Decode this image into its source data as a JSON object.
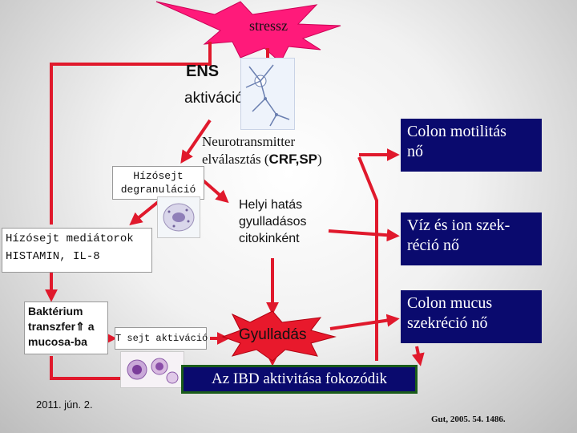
{
  "stress": {
    "label": "stressz"
  },
  "ens": {
    "title": "ENS",
    "subtitle": "aktiváció"
  },
  "neurotransmitter": {
    "line1": "Neurotransmitter",
    "line2_prefix": "elválasztás (",
    "line2_bold": "CRF,SP",
    "line2_suffix": ")"
  },
  "degranulation": {
    "line1": "Hízósejt",
    "line2": "degranuláció"
  },
  "mediators": {
    "line1": "Hízósejt mediátorok",
    "line2": "HISTAMIN, IL-8"
  },
  "local_effect": {
    "line1": "Helyi hatás",
    "line2": "gyulladásos",
    "line3": "citokinként"
  },
  "effects": {
    "motility": {
      "line1": "Colon motilitás",
      "line2": "nő"
    },
    "secretion": {
      "line1": "Víz és ion szek-",
      "line2": "réció nő"
    },
    "mucus": {
      "line1": "Colon mucus",
      "line2": "szekréció nő"
    }
  },
  "bacteria": {
    "line1": "Baktérium",
    "line2_prefix": "transzfer",
    "arrow_glyph": "⇑",
    "line2_suffix": " a",
    "line3": "mucosa-ba"
  },
  "tcell": {
    "label": "T sejt aktiváció"
  },
  "inflammation": {
    "label": "Gyulladás"
  },
  "ibd": {
    "label": "Az IBD aktivitása fokozódik"
  },
  "footer": {
    "date": "2011. jún. 2.",
    "reference": "Gut, 2005. 54. 1486."
  },
  "colors": {
    "arrow": "#e0192c",
    "box_blue": "#0a0a6e",
    "star_fill": "#ff1a7a",
    "box_border_green": "#1a5c1a"
  }
}
